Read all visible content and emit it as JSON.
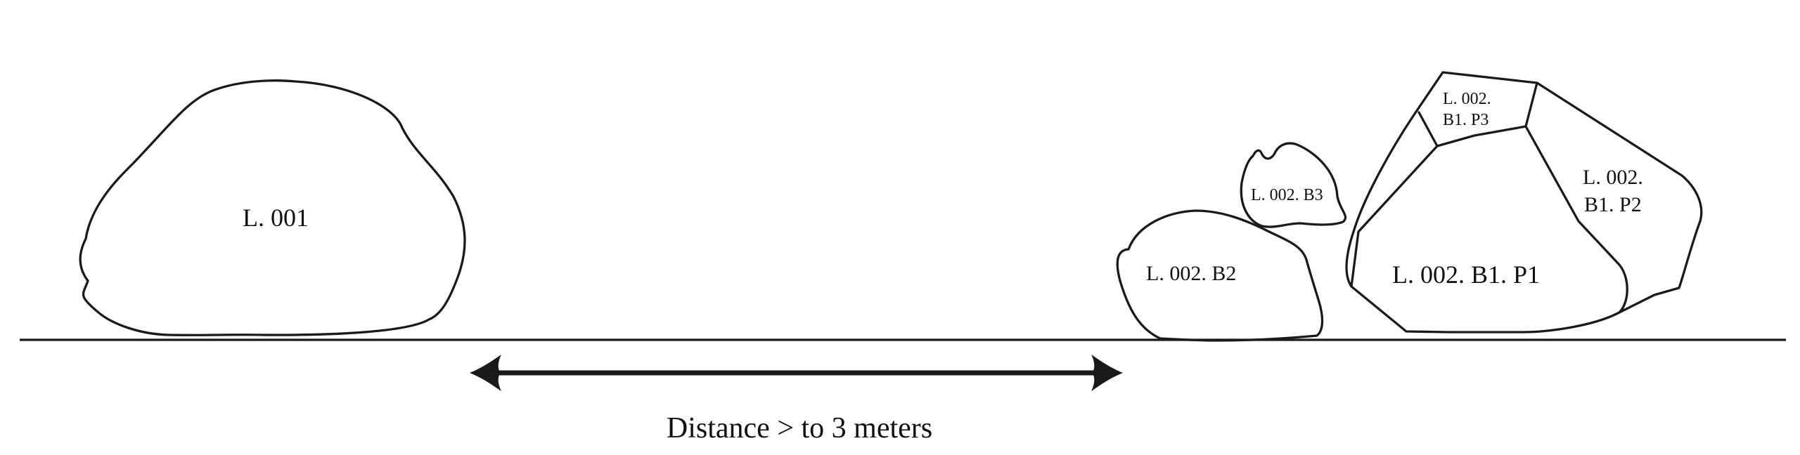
{
  "colors": {
    "line": "#1a1a1a",
    "background": "#ffffff"
  },
  "objects": [
    {
      "id": "L001",
      "label": "L. 001"
    },
    {
      "id": "L002_B2",
      "label": "L. 002. B2"
    },
    {
      "id": "L002_B3",
      "label": "L. 002. B3"
    },
    {
      "id": "L002_B1_P1",
      "label": "L. 002. B1. P1"
    },
    {
      "id": "L002_B1_P2",
      "label_line1": "L. 002.",
      "label_line2": "B1. P2"
    },
    {
      "id": "L002_B1_P3",
      "label_line1": "L. 002.",
      "label_line2": "B1. P3"
    }
  ],
  "distance": {
    "caption": "Distance > to 3 meters"
  }
}
